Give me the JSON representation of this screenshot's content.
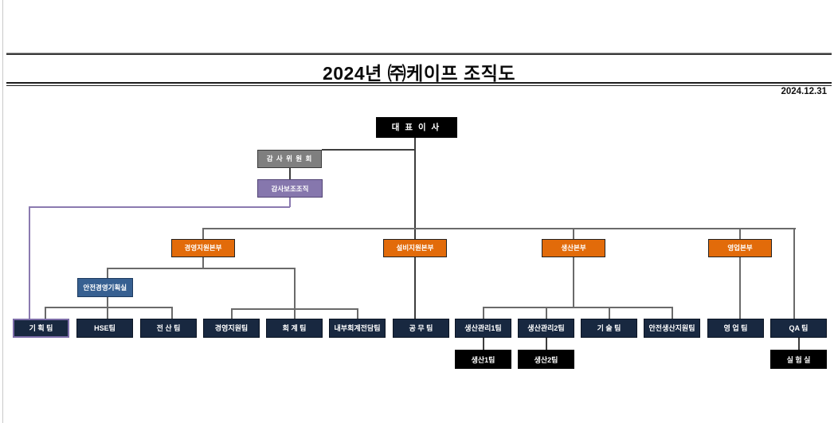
{
  "header": {
    "title": "2024년 ㈜케이프 조직도",
    "date": "2024.12.31"
  },
  "org": {
    "ceo": "대 표 이 사",
    "audit_committee": "감 사 위 원 회",
    "audit_support": "감사보조조직",
    "divisions": [
      "경영지원본부",
      "설비지원본부",
      "생산본부",
      "영업본부"
    ],
    "safety_office": "안전경영기획실",
    "teams": [
      "기 획 팀",
      "HSE팀",
      "전 산 팀",
      "경영지원팀",
      "회 계 팀",
      "내부회계전담팀",
      "공 무 팀",
      "생산관리1팀",
      "생산관리2팀",
      "기 술 팀",
      "안전생산지원팀",
      "영 업 팀",
      "QA 팀"
    ],
    "subteams": [
      "생산1팀",
      "생산2팀",
      "실 험 실"
    ]
  },
  "colors": {
    "division_orange": "#E26B0A",
    "team_navy": "#182840",
    "audit_gray": "#7F7F7F",
    "audit_support_purple": "#8677AD",
    "safety_steelblue": "#376091",
    "subteam_black": "#000000",
    "connector_gray": "#6A6A6A",
    "connector_purple": "#8B7AB0"
  }
}
